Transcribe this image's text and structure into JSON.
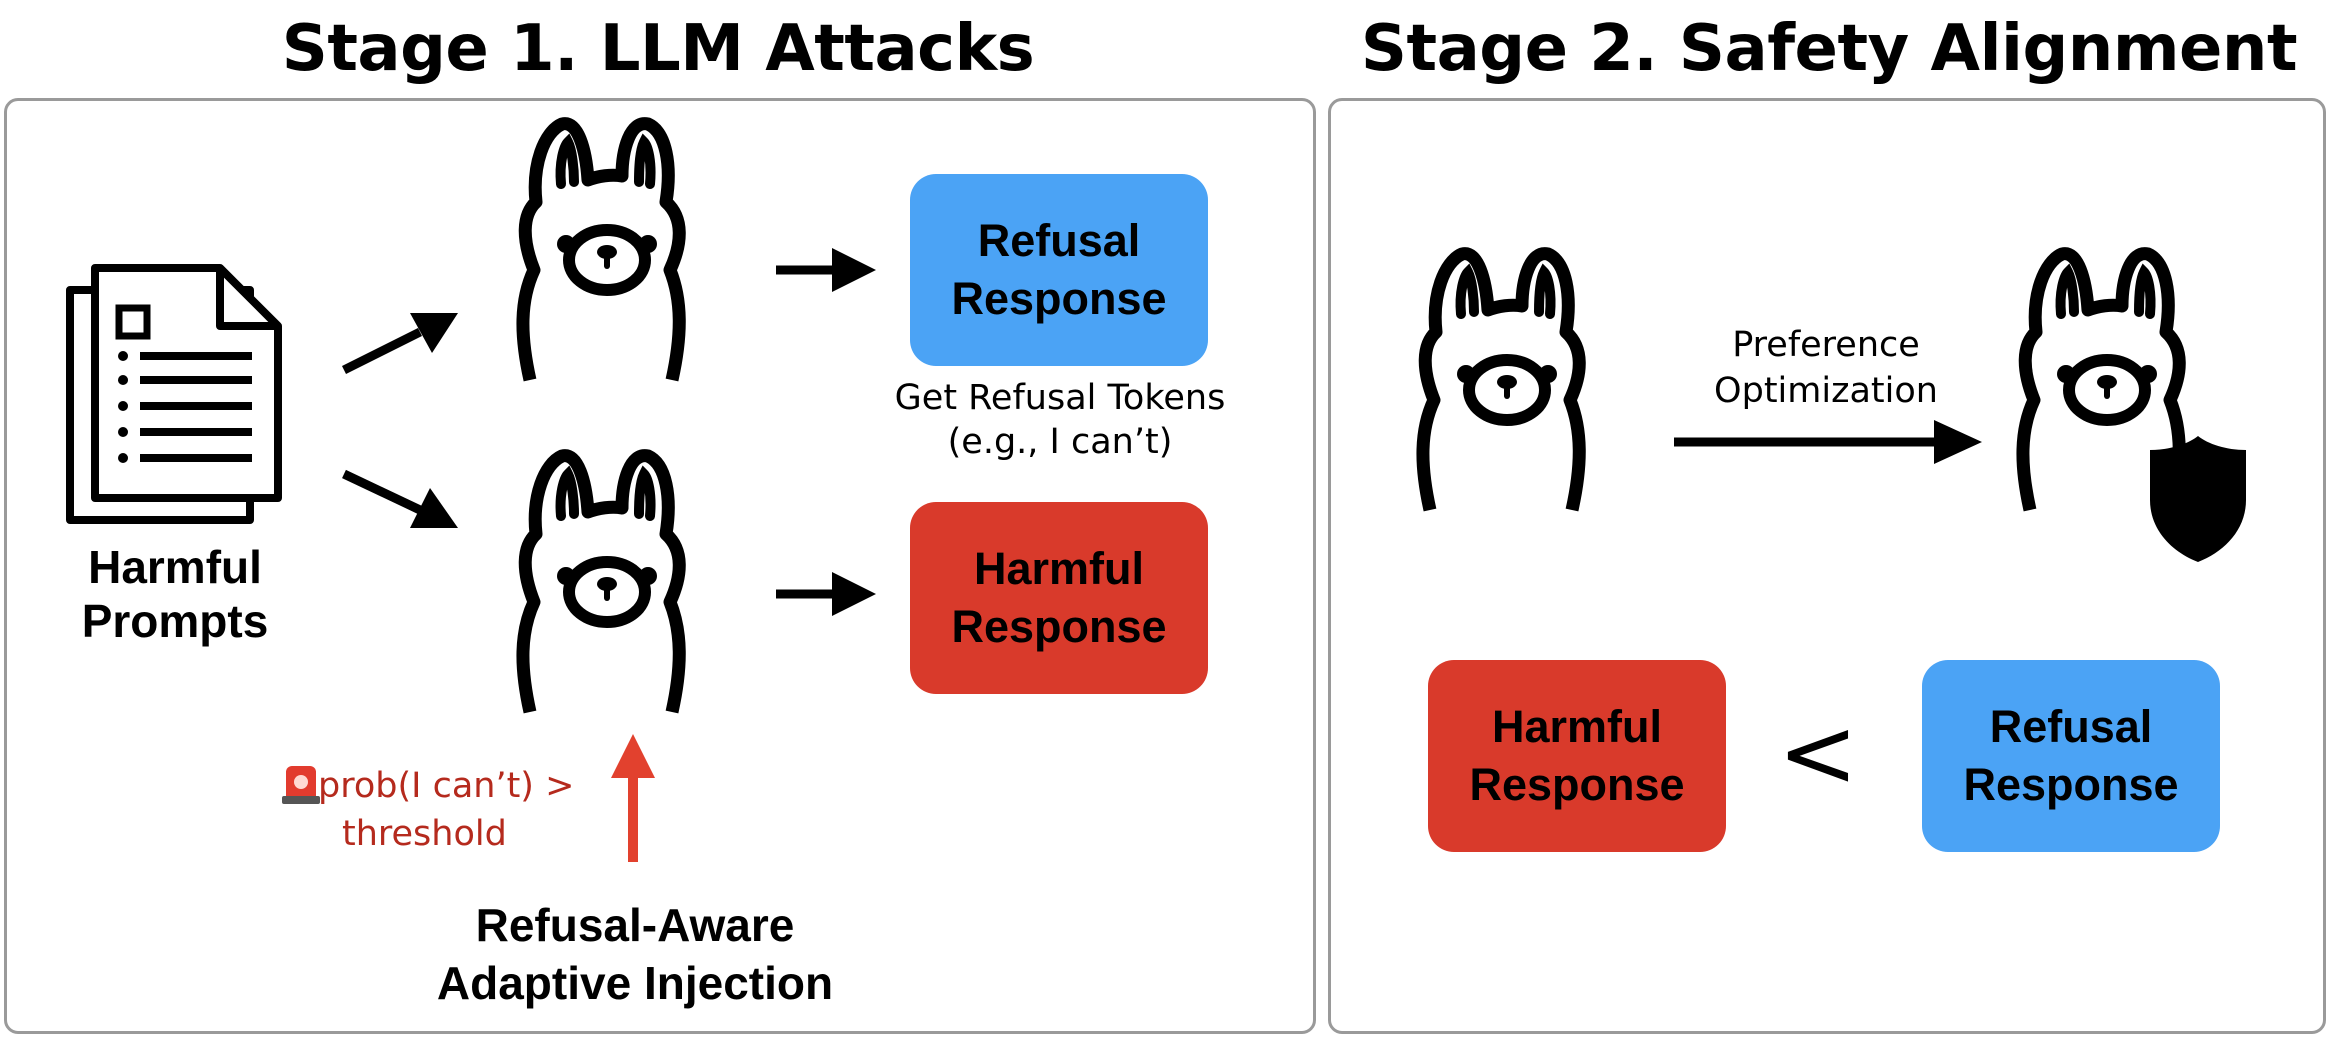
{
  "colors": {
    "refusal": "#4ba3f5",
    "harmful": "#d93a2b",
    "injection": "#e2412e",
    "annotation_text": "#b52a1d",
    "panel_border": "#9a9a9a"
  },
  "stage1": {
    "title": "Stage 1. LLM Attacks",
    "harmful_prompts": {
      "icon": "document-icon",
      "label_line1": "Harmful",
      "label_line2": "Prompts"
    },
    "refusal_box": {
      "line1": "Refusal",
      "line2": "Response"
    },
    "harmful_box": {
      "line1": "Harmful",
      "line2": "Response"
    },
    "refusal_tokens": {
      "line1": "Get Refusal Tokens",
      "line2": "(e.g., I can’t)"
    },
    "threshold_note": {
      "icon": "siren-icon",
      "line1": "prob(I can’t) >",
      "line2": "threshold"
    },
    "injection_label": {
      "line1": "Refusal-Aware",
      "line2": "Adaptive Injection"
    }
  },
  "stage2": {
    "title": "Stage 2. Safety Alignment",
    "optimization": {
      "line1": "Preference",
      "line2": "Optimization"
    },
    "harmful_box": {
      "line1": "Harmful",
      "line2": "Response"
    },
    "refusal_box": {
      "line1": "Refusal",
      "line2": "Response"
    },
    "comparison_symbol": "<",
    "shield_icon": "shield-icon"
  }
}
